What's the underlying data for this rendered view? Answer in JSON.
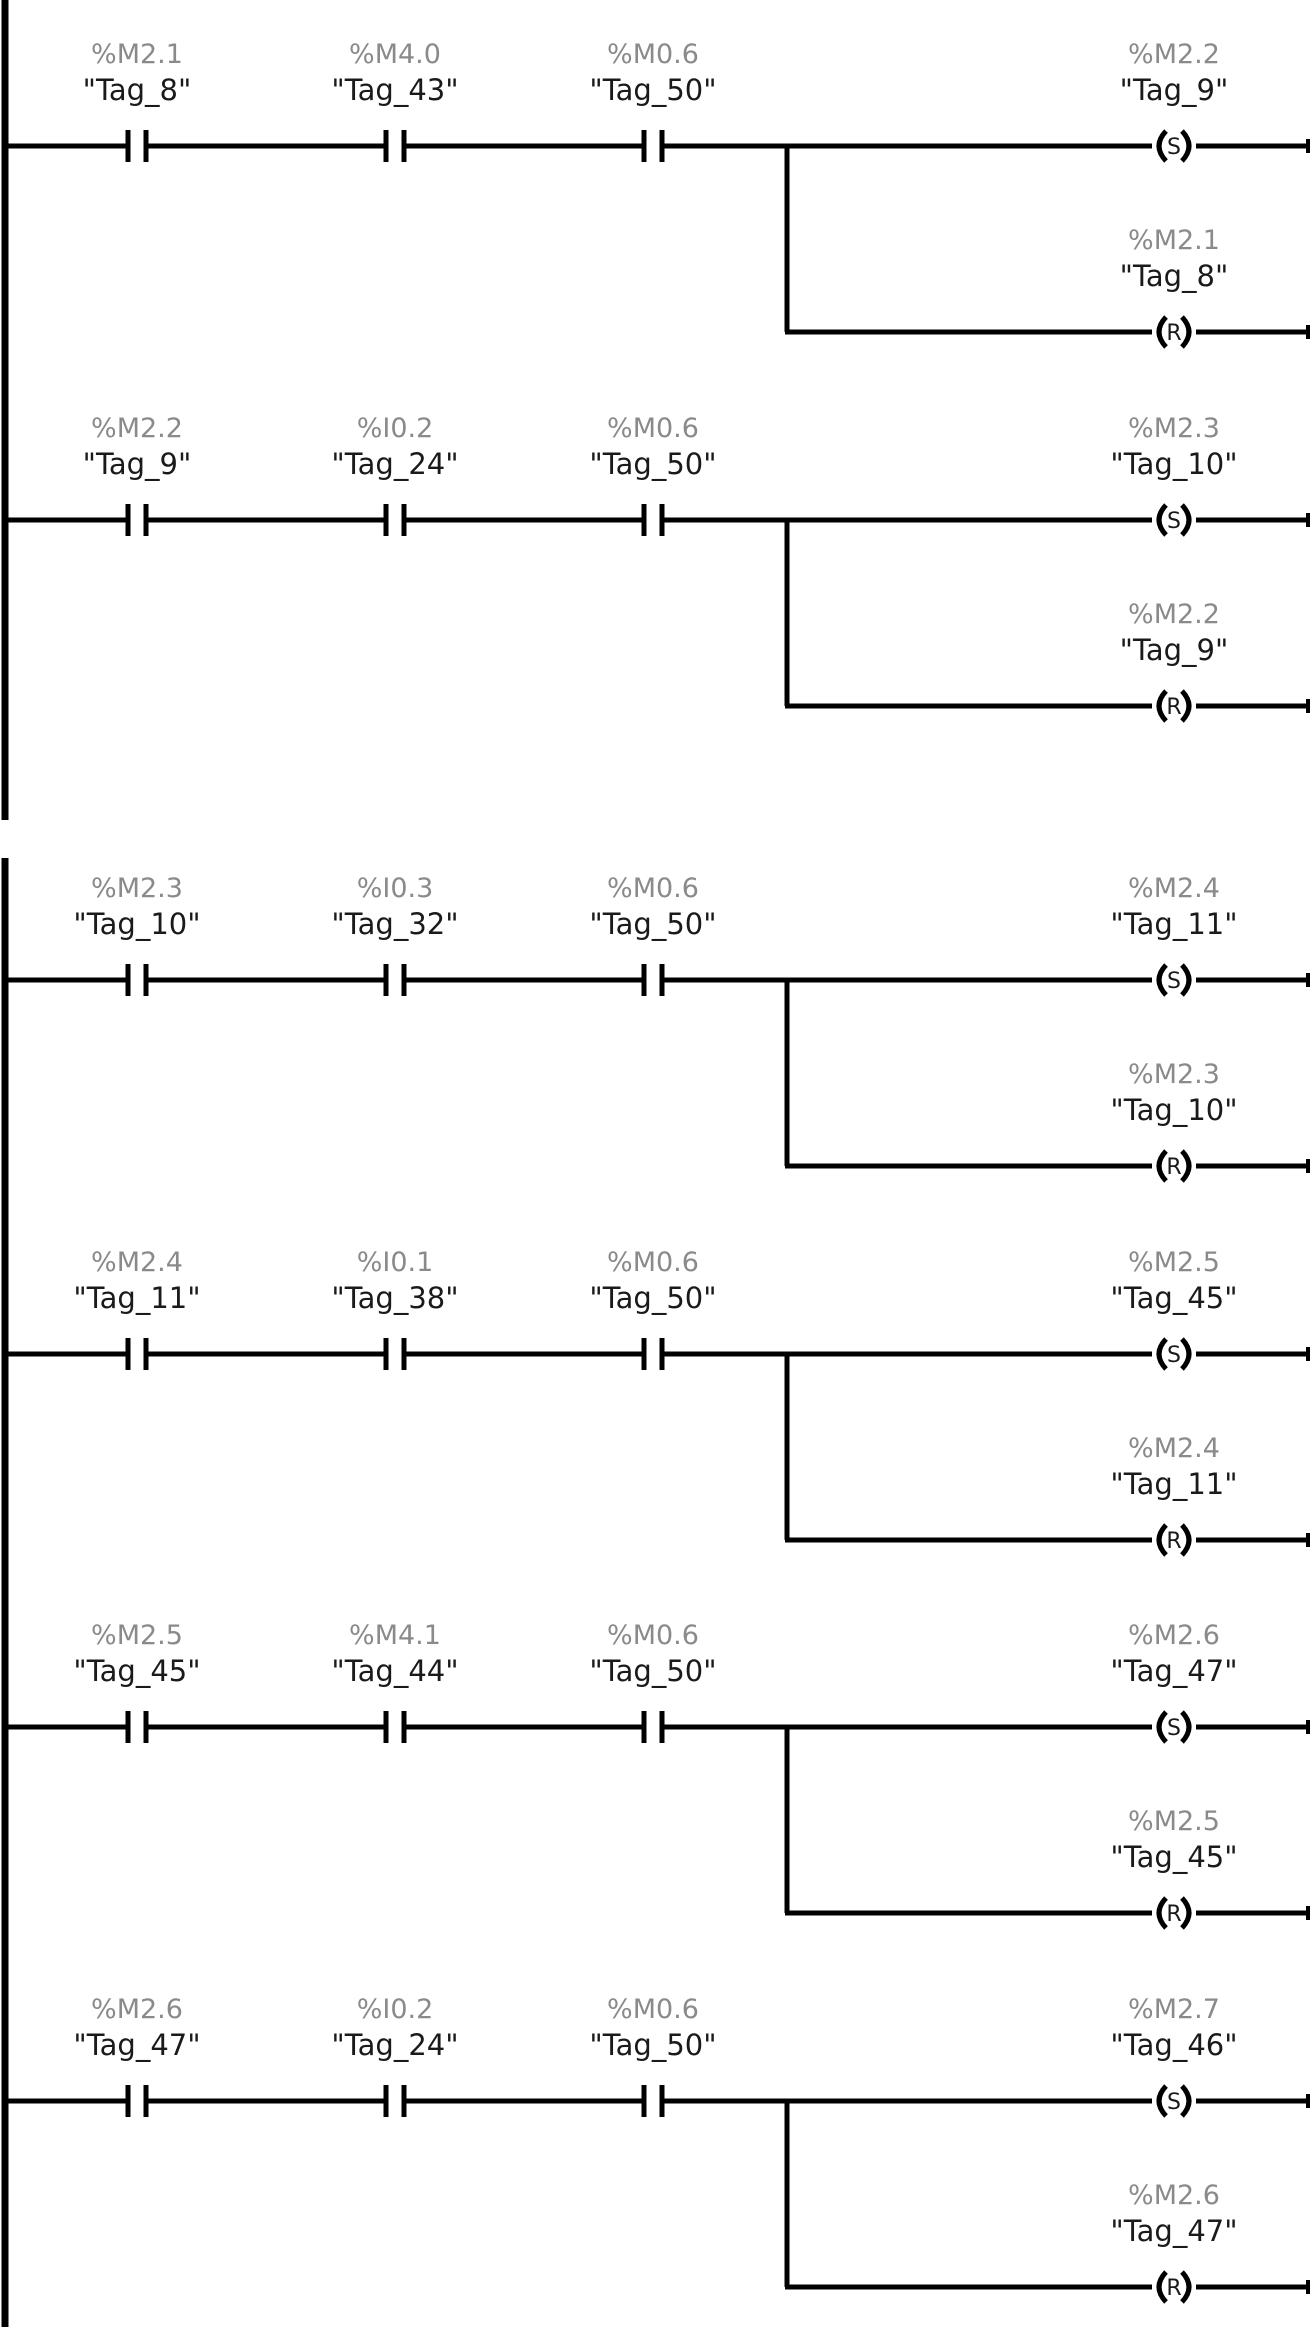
{
  "colors": {
    "line": "#000000",
    "address": "#8a8a8a",
    "symbol": "#1a1a1a",
    "background": "#ffffff"
  },
  "networks": [
    {
      "contacts": [
        {
          "address": "%M2.1",
          "symbol": "\"Tag_8\""
        },
        {
          "address": "%M4.0",
          "symbol": "\"Tag_43\""
        },
        {
          "address": "%M0.6",
          "symbol": "\"Tag_50\""
        }
      ],
      "coils": [
        {
          "address": "%M2.2",
          "symbol": "\"Tag_9\"",
          "type": "S"
        },
        {
          "address": "%M2.1",
          "symbol": "\"Tag_8\"",
          "type": "R"
        }
      ]
    },
    {
      "contacts": [
        {
          "address": "%M2.2",
          "symbol": "\"Tag_9\""
        },
        {
          "address": "%I0.2",
          "symbol": "\"Tag_24\""
        },
        {
          "address": "%M0.6",
          "symbol": "\"Tag_50\""
        }
      ],
      "coils": [
        {
          "address": "%M2.3",
          "symbol": "\"Tag_10\"",
          "type": "S"
        },
        {
          "address": "%M2.2",
          "symbol": "\"Tag_9\"",
          "type": "R"
        }
      ]
    },
    {
      "contacts": [
        {
          "address": "%M2.3",
          "symbol": "\"Tag_10\""
        },
        {
          "address": "%I0.3",
          "symbol": "\"Tag_32\""
        },
        {
          "address": "%M0.6",
          "symbol": "\"Tag_50\""
        }
      ],
      "coils": [
        {
          "address": "%M2.4",
          "symbol": "\"Tag_11\"",
          "type": "S"
        },
        {
          "address": "%M2.3",
          "symbol": "\"Tag_10\"",
          "type": "R"
        }
      ]
    },
    {
      "contacts": [
        {
          "address": "%M2.4",
          "symbol": "\"Tag_11\""
        },
        {
          "address": "%I0.1",
          "symbol": "\"Tag_38\""
        },
        {
          "address": "%M0.6",
          "symbol": "\"Tag_50\""
        }
      ],
      "coils": [
        {
          "address": "%M2.5",
          "symbol": "\"Tag_45\"",
          "type": "S"
        },
        {
          "address": "%M2.4",
          "symbol": "\"Tag_11\"",
          "type": "R"
        }
      ]
    },
    {
      "contacts": [
        {
          "address": "%M2.5",
          "symbol": "\"Tag_45\""
        },
        {
          "address": "%M4.1",
          "symbol": "\"Tag_44\""
        },
        {
          "address": "%M0.6",
          "symbol": "\"Tag_50\""
        }
      ],
      "coils": [
        {
          "address": "%M2.6",
          "symbol": "\"Tag_47\"",
          "type": "S"
        },
        {
          "address": "%M2.5",
          "symbol": "\"Tag_45\"",
          "type": "R"
        }
      ]
    },
    {
      "contacts": [
        {
          "address": "%M2.6",
          "symbol": "\"Tag_47\""
        },
        {
          "address": "%I0.2",
          "symbol": "\"Tag_24\""
        },
        {
          "address": "%M0.6",
          "symbol": "\"Tag_50\""
        }
      ],
      "coils": [
        {
          "address": "%M2.7",
          "symbol": "\"Tag_46\"",
          "type": "S"
        },
        {
          "address": "%M2.6",
          "symbol": "\"Tag_47\"",
          "type": "R"
        }
      ]
    }
  ]
}
